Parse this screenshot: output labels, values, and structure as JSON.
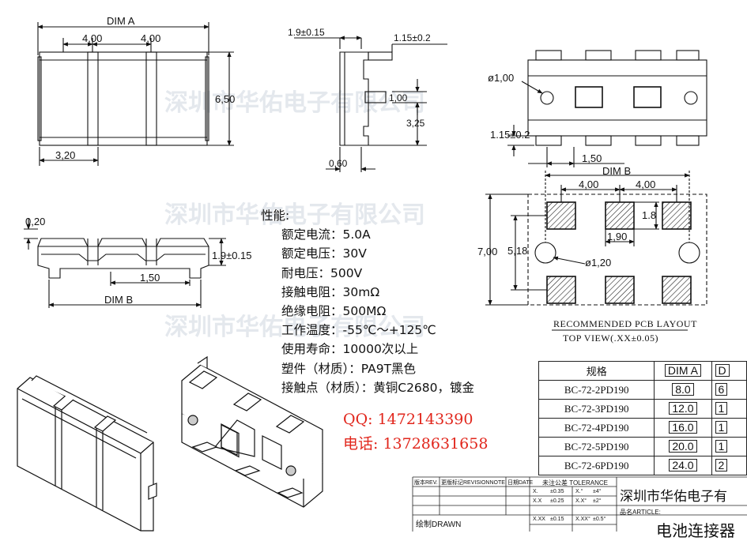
{
  "watermark": "深圳市华佑电子有限公司",
  "views": {
    "top": {
      "dim_a": "DIM A",
      "pitch_1": "4,00",
      "pitch_2": "4,00",
      "height": "6,50",
      "width": "3,20"
    },
    "side": {
      "t1": "1.9±0.15",
      "t2": "1.15±0.2",
      "t3": "1,00",
      "t4": "3,25",
      "t5": "0,60"
    },
    "bottom": {
      "hole": "ø1,00",
      "pad": "1.15±0.2",
      "pitch": "1,50"
    },
    "front": {
      "gap": "0,20",
      "height": "1.9±0.15",
      "pitch": "1,50",
      "dim_b": "DIM B"
    },
    "pcb": {
      "dim_b": "DIM B",
      "pitch_1": "4,00",
      "pitch_2": "4,00",
      "pad_h": "1.8",
      "pad_w": "1,90",
      "height": "7,00",
      "span": "5,18",
      "hole": "ø1,20"
    }
  },
  "specs": {
    "title": "性能:",
    "rows": [
      "额定电流：5.0A",
      "额定电压：30V",
      "耐电压：500V",
      "接触电阻：30mΩ",
      "绝缘电阻：500MΩ",
      "工作温度：-55℃～+125℃",
      "使用寿命：10000次以上",
      "塑件（材质）：PA9T黑色",
      "接触点（材质）：黄铜C2680，镀金"
    ]
  },
  "contact": {
    "qq": "QQ: 1472143390",
    "phone": "电话: 13728631658"
  },
  "pcb_caption": {
    "line1": "RECOMMENDED PCB LAYOUT",
    "line2": "TOP VIEW(.XX±0.05)"
  },
  "models_table": {
    "headers": [
      "规格",
      "DIM A",
      "D"
    ],
    "rows": [
      {
        "model": "BC-72-2PD190",
        "dim_a": "8.0",
        "dim_b": "6"
      },
      {
        "model": "BC-72-3PD190",
        "dim_a": "12.0",
        "dim_b": "1"
      },
      {
        "model": "BC-72-4PD190",
        "dim_a": "16.0",
        "dim_b": "1"
      },
      {
        "model": "BC-72-5PD190",
        "dim_a": "20.0",
        "dim_b": "1"
      },
      {
        "model": "BC-72-6PD190",
        "dim_a": "24.0",
        "dim_b": "2"
      }
    ]
  },
  "title_block": {
    "rev": "版本REV.",
    "rev_note": "更版标记REVISIONNOTE",
    "date": "日期DATE",
    "tolerance": "未注公差 TOLERANCE",
    "tol_x": "X.",
    "tol_x_val": "±0.35",
    "tol_xx": "X.X",
    "tol_xx_val": "±0.25",
    "tol_xxx": "X.XX",
    "tol_xxx_val": "±0.15",
    "ang_1": "X.°",
    "ang_1_val": "±4°",
    "ang_2": "X.X°",
    "ang_2_val": "±2°",
    "ang_3": "X.XX°",
    "ang_3_val": "±0.5°",
    "company": "深圳市华佑电子有",
    "article_label": "品名ARTICLE:",
    "article": "电池连接器",
    "drawn": "绘制DRAWN"
  }
}
